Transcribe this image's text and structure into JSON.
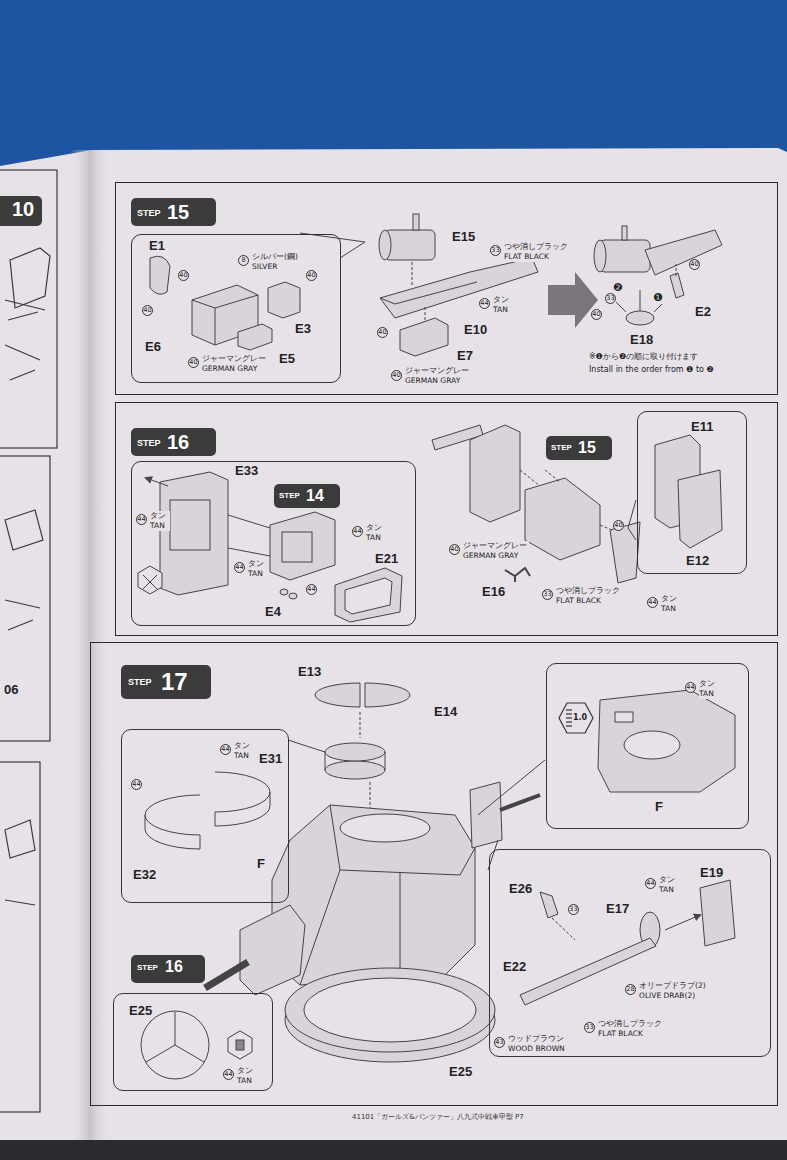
{
  "diagram": {
    "nodes": [
      {
        "text": [
          "10"
        ]
      },
      {
        "text": [
          "E15",
          "33",
          "つや消しブラック FLAT BLACK",
          "44",
          "タン TAN",
          "E10",
          "40",
          "40",
          "ジャーマングレー GERMAN GRAY",
          "E7",
          "40",
          "E2",
          "33",
          "40",
          "E18",
          "❶",
          "❷",
          "※❶から❷の順に取り付けます",
          "Install in the order from ❶ to ❷"
        ]
      },
      {
        "text": [
          "STEP",
          "15"
        ],
        "in": 1
      },
      {
        "text": [
          "E1",
          "40",
          "8",
          "シルバー(鋼) SILVER",
          "40",
          "E3",
          "40",
          "E6",
          "E5",
          "40",
          "ジャーマングレー GERMAN GRAY"
        ],
        "in": 1
      },
      {
        "text": [
          "40",
          "ジャーマングレー GERMAN GRAY",
          "40",
          "E16",
          "33",
          "つや消しブラック FLAT BLACK",
          "44",
          "タン TAN"
        ]
      },
      {
        "text": [
          "STEP",
          "16"
        ],
        "in": 4
      },
      {
        "text": [
          "E33",
          "44",
          "タン TAN",
          "44",
          "タン TAN",
          "44",
          "タン TAN",
          "44",
          "E4",
          "E21"
        ],
        "in": 4
      },
      {
        "text": [
          "STEP",
          "14"
        ],
        "in": 6
      },
      {
        "text": [
          "STEP",
          "15"
        ],
        "in": 4
      },
      {
        "text": [
          "E11",
          "E12"
        ],
        "in": 4
      },
      {
        "text": [
          "E13",
          "E14",
          "F",
          "E25",
          "44",
          "タン TAN"
        ]
      },
      {
        "text": [
          "STEP",
          "17"
        ],
        "in": 10
      },
      {
        "text": [
          "44",
          "タン TAN",
          "44",
          "E31",
          "E32"
        ],
        "in": 10
      },
      {
        "text": [
          "44",
          "タン TAN",
          "F"
        ],
        "in": 10
      },
      {
        "text": [
          "1.0"
        ],
        "in": 13
      },
      {
        "text": [
          "44",
          "タン TAN",
          "E19",
          "E26",
          "33",
          "E17",
          "28",
          "オリーブドラブ(2) OLIVE DRAB(2)",
          "E22",
          "33",
          "つや消しブラック FLAT BLACK",
          "43",
          "ウッドブラウン WOOD BROWN"
        ],
        "in": 10
      },
      {
        "text": [
          "STEP",
          "16"
        ],
        "in": 10
      },
      {
        "text": [
          "E25"
        ],
        "in": 10
      }
    ],
    "labels": [
      "06",
      "41101「ガールズ&パンツァー」八九式中戦車甲型 P7"
    ]
  }
}
